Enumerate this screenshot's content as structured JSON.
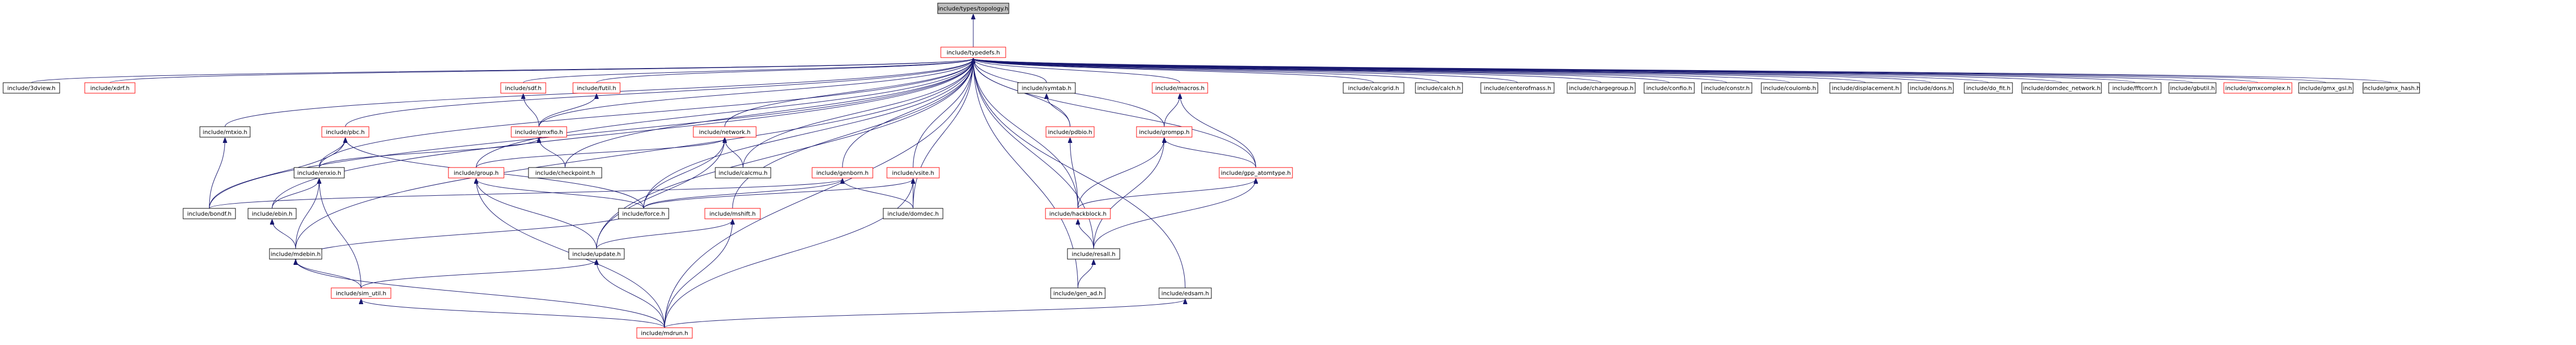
{
  "diagram": {
    "root": "include/types/topology.h",
    "nodes": [
      {
        "id": "topology",
        "label": "include/types/topology.h",
        "style": "root"
      },
      {
        "id": "typedefs",
        "label": "include/typedefs.h",
        "style": "red"
      },
      {
        "id": "3dview",
        "label": "include/3dview.h",
        "style": "black"
      },
      {
        "id": "xdrf",
        "label": "include/xdrf.h",
        "style": "red"
      },
      {
        "id": "mtxio",
        "label": "include/mtxio.h",
        "style": "black"
      },
      {
        "id": "pbc",
        "label": "include/pbc.h",
        "style": "red"
      },
      {
        "id": "sdf",
        "label": "include/sdf.h",
        "style": "red"
      },
      {
        "id": "futil",
        "label": "include/futil.h",
        "style": "red"
      },
      {
        "id": "gmxfio",
        "label": "include/gmxfio.h",
        "style": "red"
      },
      {
        "id": "enxio",
        "label": "include/enxio.h",
        "style": "black"
      },
      {
        "id": "mdebin",
        "label": "include/mdebin.h",
        "style": "black"
      },
      {
        "id": "bondf",
        "label": "include/bondf.h",
        "style": "black"
      },
      {
        "id": "ebin",
        "label": "include/ebin.h",
        "style": "black"
      },
      {
        "id": "group",
        "label": "include/group.h",
        "style": "red"
      },
      {
        "id": "checkpoint",
        "label": "include/checkpoint.h",
        "style": "black"
      },
      {
        "id": "network",
        "label": "include/network.h",
        "style": "red"
      },
      {
        "id": "calcmu",
        "label": "include/calcmu.h",
        "style": "black"
      },
      {
        "id": "genborn",
        "label": "include/genborn.h",
        "style": "red"
      },
      {
        "id": "force",
        "label": "include/force.h",
        "style": "black"
      },
      {
        "id": "mshift",
        "label": "include/mshift.h",
        "style": "red"
      },
      {
        "id": "update",
        "label": "include/update.h",
        "style": "black"
      },
      {
        "id": "sim_util",
        "label": "include/sim_util.h",
        "style": "red"
      },
      {
        "id": "mdrun",
        "label": "include/mdrun.h",
        "style": "red"
      },
      {
        "id": "vsite",
        "label": "include/vsite.h",
        "style": "red"
      },
      {
        "id": "domdec",
        "label": "include/domdec.h",
        "style": "black"
      },
      {
        "id": "symtab",
        "label": "include/symtab.h",
        "style": "black"
      },
      {
        "id": "pdbio",
        "label": "include/pdbio.h",
        "style": "red"
      },
      {
        "id": "macros",
        "label": "include/macros.h",
        "style": "red"
      },
      {
        "id": "grompp",
        "label": "include/grompp.h",
        "style": "red"
      },
      {
        "id": "gpp_atomtype",
        "label": "include/gpp_atomtype.h",
        "style": "red"
      },
      {
        "id": "hackblock",
        "label": "include/hackblock.h",
        "style": "red"
      },
      {
        "id": "resall",
        "label": "include/resall.h",
        "style": "black"
      },
      {
        "id": "gen_ad",
        "label": "include/gen_ad.h",
        "style": "black"
      },
      {
        "id": "edsam",
        "label": "include/edsam.h",
        "style": "black"
      },
      {
        "id": "calcgrid",
        "label": "include/calcgrid.h",
        "style": "black"
      },
      {
        "id": "calch",
        "label": "include/calch.h",
        "style": "black"
      },
      {
        "id": "centerofmass",
        "label": "include/centerofmass.h",
        "style": "black"
      },
      {
        "id": "chargegroup",
        "label": "include/chargegroup.h",
        "style": "black"
      },
      {
        "id": "confio",
        "label": "include/confio.h",
        "style": "black"
      },
      {
        "id": "constr",
        "label": "include/constr.h",
        "style": "black"
      },
      {
        "id": "coulomb",
        "label": "include/coulomb.h",
        "style": "black"
      },
      {
        "id": "displacement",
        "label": "include/displacement.h",
        "style": "black"
      },
      {
        "id": "dons",
        "label": "include/dons.h",
        "style": "black"
      },
      {
        "id": "do_fit",
        "label": "include/do_fit.h",
        "style": "black"
      },
      {
        "id": "domdec_network",
        "label": "include/domdec_network.h",
        "style": "black"
      },
      {
        "id": "fftcorr",
        "label": "include/fftcorr.h",
        "style": "black"
      },
      {
        "id": "gbutil",
        "label": "include/gbutil.h",
        "style": "black"
      },
      {
        "id": "gmxcomplex",
        "label": "include/gmxcomplex.h",
        "style": "red"
      },
      {
        "id": "gmx_gsl",
        "label": "include/gmx_gsl.h",
        "style": "black"
      },
      {
        "id": "gmx_hash",
        "label": "include/gmx_hash.h",
        "style": "black"
      }
    ],
    "edges": [
      [
        "typedefs",
        "topology"
      ],
      [
        "3dview",
        "typedefs"
      ],
      [
        "xdrf",
        "typedefs"
      ],
      [
        "mtxio",
        "typedefs"
      ],
      [
        "pbc",
        "typedefs"
      ],
      [
        "sdf",
        "typedefs"
      ],
      [
        "futil",
        "typedefs"
      ],
      [
        "gmxfio",
        "typedefs"
      ],
      [
        "enxio",
        "typedefs"
      ],
      [
        "mdebin",
        "typedefs"
      ],
      [
        "bondf",
        "typedefs"
      ],
      [
        "ebin",
        "typedefs"
      ],
      [
        "group",
        "typedefs"
      ],
      [
        "checkpoint",
        "typedefs"
      ],
      [
        "network",
        "typedefs"
      ],
      [
        "calcmu",
        "typedefs"
      ],
      [
        "genborn",
        "typedefs"
      ],
      [
        "force",
        "typedefs"
      ],
      [
        "mshift",
        "typedefs"
      ],
      [
        "update",
        "typedefs"
      ],
      [
        "mdrun",
        "typedefs"
      ],
      [
        "vsite",
        "typedefs"
      ],
      [
        "domdec",
        "typedefs"
      ],
      [
        "symtab",
        "typedefs"
      ],
      [
        "pdbio",
        "typedefs"
      ],
      [
        "macros",
        "typedefs"
      ],
      [
        "grompp",
        "typedefs"
      ],
      [
        "gpp_atomtype",
        "typedefs"
      ],
      [
        "hackblock",
        "typedefs"
      ],
      [
        "resall",
        "typedefs"
      ],
      [
        "gen_ad",
        "typedefs"
      ],
      [
        "edsam",
        "typedefs"
      ],
      [
        "calcgrid",
        "typedefs"
      ],
      [
        "calch",
        "typedefs"
      ],
      [
        "centerofmass",
        "typedefs"
      ],
      [
        "chargegroup",
        "typedefs"
      ],
      [
        "confio",
        "typedefs"
      ],
      [
        "constr",
        "typedefs"
      ],
      [
        "coulomb",
        "typedefs"
      ],
      [
        "displacement",
        "typedefs"
      ],
      [
        "dons",
        "typedefs"
      ],
      [
        "do_fit",
        "typedefs"
      ],
      [
        "domdec_network",
        "typedefs"
      ],
      [
        "fftcorr",
        "typedefs"
      ],
      [
        "gbutil",
        "typedefs"
      ],
      [
        "gmxcomplex",
        "typedefs"
      ],
      [
        "gmx_gsl",
        "typedefs"
      ],
      [
        "gmx_hash",
        "typedefs"
      ],
      [
        "bondf",
        "mtxio"
      ],
      [
        "bondf",
        "pbc"
      ],
      [
        "enxio",
        "pbc"
      ],
      [
        "force",
        "pbc"
      ],
      [
        "gmxfio",
        "sdf"
      ],
      [
        "gmxfio",
        "futil"
      ],
      [
        "enxio",
        "gmxfio"
      ],
      [
        "checkpoint",
        "gmxfio"
      ],
      [
        "ebin",
        "enxio"
      ],
      [
        "mdebin",
        "enxio"
      ],
      [
        "sim_util",
        "enxio"
      ],
      [
        "mdebin",
        "ebin"
      ],
      [
        "sim_util",
        "mdebin"
      ],
      [
        "mdrun",
        "mdebin"
      ],
      [
        "calcmu",
        "network"
      ],
      [
        "force",
        "network"
      ],
      [
        "update",
        "network"
      ],
      [
        "group",
        "network"
      ],
      [
        "force",
        "group"
      ],
      [
        "update",
        "group"
      ],
      [
        "mdrun",
        "group"
      ],
      [
        "force",
        "genborn"
      ],
      [
        "domdec",
        "genborn"
      ],
      [
        "bondf",
        "genborn"
      ],
      [
        "update",
        "mshift"
      ],
      [
        "mdrun",
        "mshift"
      ],
      [
        "sim_util",
        "update"
      ],
      [
        "mdrun",
        "update"
      ],
      [
        "mdrun",
        "sim_util"
      ],
      [
        "force",
        "vsite"
      ],
      [
        "domdec",
        "vsite"
      ],
      [
        "mdrun",
        "vsite"
      ],
      [
        "pdbio",
        "symtab"
      ],
      [
        "hackblock",
        "pdbio"
      ],
      [
        "grompp",
        "macros"
      ],
      [
        "gpp_atomtype",
        "macros"
      ],
      [
        "gpp_atomtype",
        "grompp"
      ],
      [
        "hackblock",
        "grompp"
      ],
      [
        "resall",
        "grompp"
      ],
      [
        "hackblock",
        "gpp_atomtype"
      ],
      [
        "resall",
        "gpp_atomtype"
      ],
      [
        "resall",
        "hackblock"
      ],
      [
        "gen_ad",
        "resall"
      ],
      [
        "mdrun",
        "edsam"
      ],
      [
        "force",
        "mdebin"
      ]
    ]
  }
}
